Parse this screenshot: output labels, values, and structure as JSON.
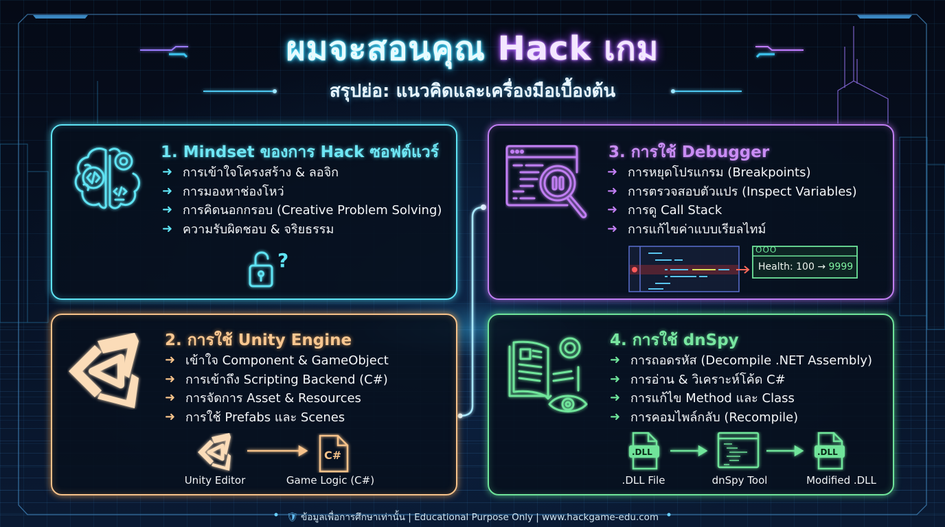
{
  "header": {
    "title_thai": "ผมจะสอนคุณ",
    "title_highlight": "Hack เกม",
    "subtitle": "สรุปย่อ: แนวคิดและเครื่องมือเบื้องต้น"
  },
  "colors": {
    "background": "#050b17",
    "cyan": "#5fe3f3",
    "purple": "#c07ef2",
    "orange": "#f6c28a",
    "green": "#6fe49a",
    "breakpoint_red": "#ff5a5a"
  },
  "cards": [
    {
      "id": "mindset",
      "title": "1. Mindset ของการ Hack ซอฟต์แวร์",
      "icon": "brain-gear-code-icon",
      "bullets": [
        "การเข้าใจโครงสร้าง & ลอจิก",
        "การมองหาช่องโหว่",
        "การคิดนอกกรอบ (Creative Problem Solving)",
        "ความรับผิดชอบ & จริยธรรม"
      ],
      "footer_icon": "unlocked-padlock-question-icon",
      "footer_glyph": "?"
    },
    {
      "id": "unity",
      "title": "2. การใช้ Unity Engine",
      "icon": "unity-logo-icon",
      "bullets": [
        "เข้าใจ Component & GameObject",
        "การเข้าถึง Scripting Backend (C#)",
        "การจัดการ Asset & Resources",
        "การใช้ Prefabs และ Scenes"
      ],
      "flow": [
        {
          "label": "Unity Editor",
          "icon": "unity-logo-icon"
        },
        {
          "label": "Game Logic (C#)",
          "icon": "csharp-file-icon",
          "file_text": "C#"
        }
      ]
    },
    {
      "id": "debugger",
      "title": "3. การใช้ Debugger",
      "icon": "code-window-magnifier-pause-icon",
      "bullets": [
        "การหยุดโปรแกรม (Breakpoints)",
        "การตรวจสอบตัวแปร (Inspect Variables)",
        "การดู Call Stack",
        "การแก้ไขค่าแบบเรียลไทม์"
      ],
      "demo": {
        "window_dots": "OOO",
        "variable_label": "Health: 100",
        "arrow": "→",
        "new_value": "9999"
      }
    },
    {
      "id": "dnspy",
      "title": "4. การใช้ dnSpy",
      "icon": "book-gear-eye-icon",
      "bullets": [
        "การถอดรหัส (Decompile .NET Assembly)",
        "การอ่าน & วิเคราะห์โค้ด C#",
        "การแก้ไข Method และ Class",
        "การคอมไพล์กลับ (Recompile)"
      ],
      "flow": [
        {
          "label": ".DLL File",
          "icon": "dll-file-icon",
          "file_text": ".DLL"
        },
        {
          "label": "dnSpy Tool",
          "icon": "code-window-icon"
        },
        {
          "label": "Modified .DLL",
          "icon": "dll-file-icon",
          "file_text": ".DLL"
        }
      ]
    }
  ],
  "footer": {
    "icon": "shield-check-icon",
    "text": "ข้อมูลเพื่อการศึกษาเท่านั้น | Educational Purpose Only | www.hackgame-edu.com"
  }
}
